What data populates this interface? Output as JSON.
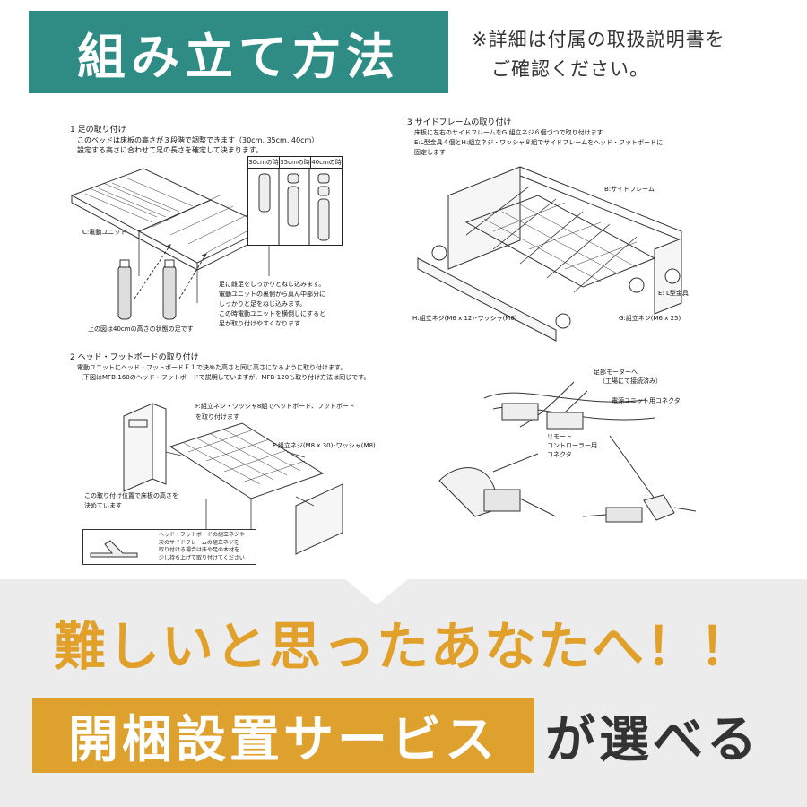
{
  "header": {
    "title": "組み立て方法",
    "note_line1": "※詳細は付属の取扱説明書を",
    "note_line2": "ご確認ください。"
  },
  "manual": {
    "step1": {
      "heading": "1  足の取り付け",
      "line1": "このベッドは床板の高さが３段階で調整できます（30cm, 35cm, 40cm）",
      "line2": "設定する高さに合わせて足の長さを確定して決まります。",
      "unit_label": "C:電動ユニット",
      "legend": [
        "30cmの時",
        "35cmの時",
        "40cmの時"
      ],
      "desc1": "足に雌足をしっかりとねじ込みます。",
      "desc2": "電動ユニットの裏側から真ん中部分に",
      "desc3": "しっかりと足をねじ込みます。",
      "desc4": "この時電動ユニットを横倒しにすると",
      "desc5": "足が取り付けやすくなります",
      "caption": "上の図は40cmの高さの状態の足です"
    },
    "step2": {
      "heading": "2  ヘッド・フットボードの取り付け",
      "line1": "電動ユニットにヘッド・フットボードＥ１で決めた高さと同じ高さになるように取り付けます。",
      "line2": "（下図はMFB-160のヘッド・フットボードで説明していますが、MFB-120も取り付け方法は同じです。",
      "instr1": "F:組立ネジ・ワッシャ8組でヘッドボード、フットボード",
      "instr2": "を取り付けます",
      "screw_label": "F:組立ネジ(M8 x 30)･ワッシャ(M8)",
      "pos1": "この取り付け位置で床板の高さを",
      "pos2": "決めています",
      "box1": "ヘッド・フットボードの組立ネジや",
      "box2": "次のサイドフレームの組立ネジを",
      "box3": "取り付ける場合は床や足の木材を",
      "box4": "少し持ち上げて取り付けてください"
    },
    "step3": {
      "heading": "3  サイドフレームの取り付け",
      "line1": "床板に左右のサイドフレームをG:組立ネジ６個づつで取り付けます",
      "line2": "E:L型金具４個とH:組立ネジ・ワッシャ８組でサイドフレームをヘッド・フットボードに",
      "line3": "固定します",
      "side_frame": "B:サイドフレーム",
      "bracket": "E: L型金具",
      "h_screw": "H:組立ネジ(M6 x 12)･ワッシャ(M6)",
      "g_screw": "G:組立ネジ(M6 x 25)"
    },
    "step4": {
      "motor1": "足部モーターへ",
      "motor2": "（工場にて接続済み）",
      "power": "電源ユニット用コネクタ",
      "remote1": "リモート",
      "remote2": "コントローラー用",
      "remote3": "コネクタ"
    }
  },
  "banner": {
    "headline": "難しいと思ったあなたへ！！",
    "service": "開梱設置サービス",
    "tail": "が選べる"
  },
  "colors": {
    "teal": "#2e8c84",
    "gold_text": "#e0a02a",
    "gold_box": "#dea12e",
    "gray_band": "#ececec"
  }
}
